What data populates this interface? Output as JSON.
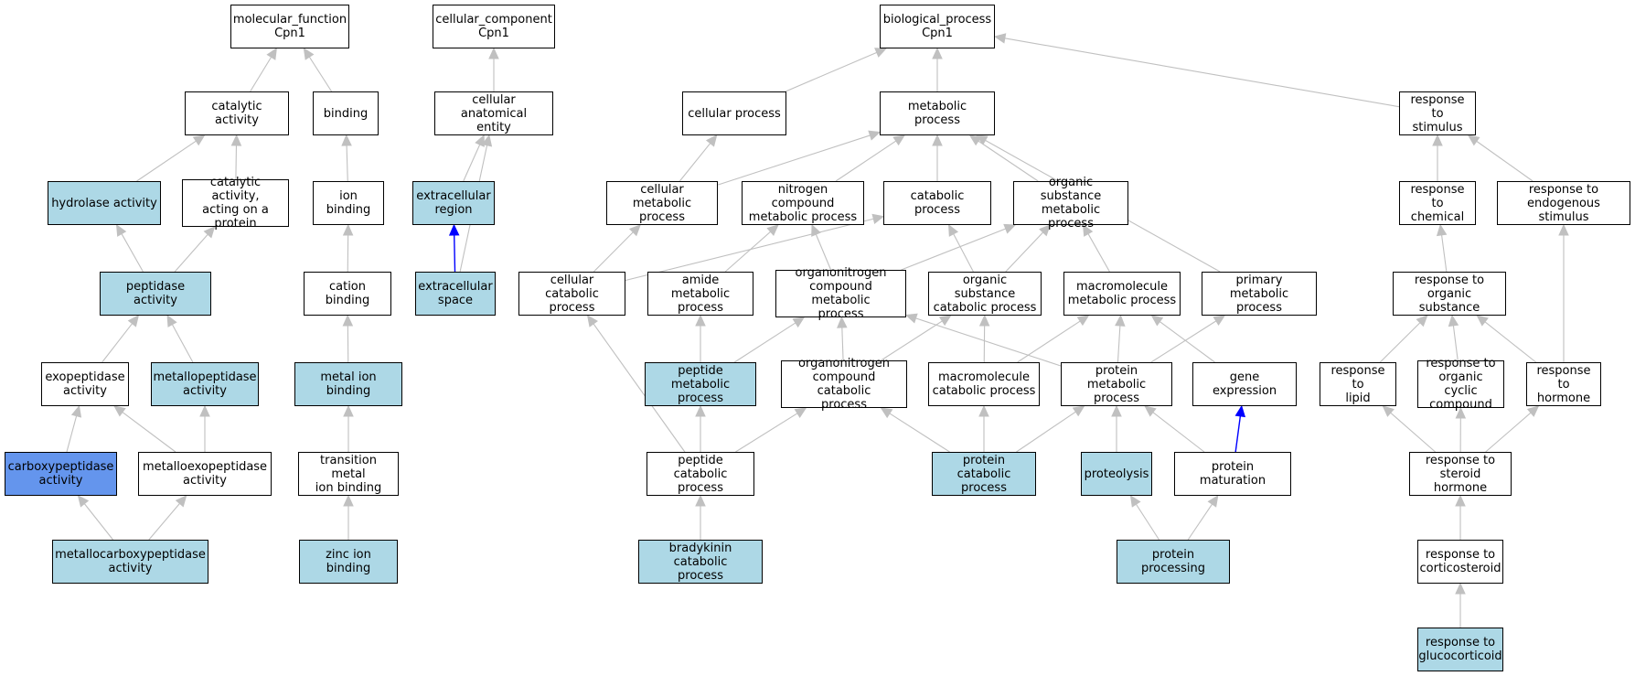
{
  "colors": {
    "default_fill": "#ffffff",
    "highlight_fill": "#add8e6",
    "strong_fill": "#6495ed",
    "edge_gray": "#c0c0c0",
    "edge_blue": "#0000ff"
  },
  "nodes": {
    "mf_root": {
      "label": "molecular_function\nCpn1",
      "fill": "white"
    },
    "cat_act": {
      "label": "catalytic activity",
      "fill": "white"
    },
    "binding": {
      "label": "binding",
      "fill": "white"
    },
    "hydrolase": {
      "label": "hydrolase activity",
      "fill": "light"
    },
    "cat_prot": {
      "label": "catalytic activity,\nacting on a\nprotein",
      "fill": "white"
    },
    "ion_binding": {
      "label": "ion binding",
      "fill": "white"
    },
    "peptidase": {
      "label": "peptidase activity",
      "fill": "light"
    },
    "cation_binding": {
      "label": "cation binding",
      "fill": "white"
    },
    "exopeptidase": {
      "label": "exopeptidase\nactivity",
      "fill": "white"
    },
    "metallopeptidase": {
      "label": "metallopeptidase\nactivity",
      "fill": "light"
    },
    "metal_ion": {
      "label": "metal ion binding",
      "fill": "light"
    },
    "carboxypeptidase": {
      "label": "carboxypeptidase\nactivity",
      "fill": "dark"
    },
    "metalloexo": {
      "label": "metalloexopeptidase\nactivity",
      "fill": "white"
    },
    "transition_metal": {
      "label": "transition metal\nion binding",
      "fill": "white"
    },
    "metallocarboxy": {
      "label": "metallocarboxypeptidase\nactivity",
      "fill": "light"
    },
    "zinc": {
      "label": "zinc ion binding",
      "fill": "light"
    },
    "cc_root": {
      "label": "cellular_component\nCpn1",
      "fill": "white"
    },
    "cell_anat": {
      "label": "cellular anatomical\nentity",
      "fill": "white"
    },
    "extra_region": {
      "label": "extracellular\nregion",
      "fill": "light"
    },
    "extra_space": {
      "label": "extracellular\nspace",
      "fill": "light"
    },
    "bp_root": {
      "label": "biological_process\nCpn1",
      "fill": "white"
    },
    "cell_proc": {
      "label": "cellular process",
      "fill": "white"
    },
    "metab_proc": {
      "label": "metabolic process",
      "fill": "white"
    },
    "resp_stim": {
      "label": "response to\nstimulus",
      "fill": "white"
    },
    "cell_metab": {
      "label": "cellular metabolic\nprocess",
      "fill": "white"
    },
    "nitro_metab": {
      "label": "nitrogen compound\nmetabolic process",
      "fill": "white"
    },
    "catab_proc": {
      "label": "catabolic process",
      "fill": "white"
    },
    "org_sub_metab": {
      "label": "organic substance\nmetabolic process",
      "fill": "white"
    },
    "resp_chem": {
      "label": "response to\nchemical",
      "fill": "white"
    },
    "resp_endo": {
      "label": "response to\nendogenous stimulus",
      "fill": "white"
    },
    "cell_catab": {
      "label": "cellular catabolic\nprocess",
      "fill": "white"
    },
    "amide_metab": {
      "label": "amide metabolic\nprocess",
      "fill": "white"
    },
    "organonitro_metab": {
      "label": "organonitrogen\ncompound metabolic\nprocess",
      "fill": "white"
    },
    "org_sub_catab": {
      "label": "organic substance\ncatabolic process",
      "fill": "white"
    },
    "macro_metab": {
      "label": "macromolecule\nmetabolic process",
      "fill": "white"
    },
    "primary_metab": {
      "label": "primary metabolic\nprocess",
      "fill": "white"
    },
    "resp_org_sub": {
      "label": "response to\norganic substance",
      "fill": "white"
    },
    "peptide_metab": {
      "label": "peptide metabolic\nprocess",
      "fill": "light"
    },
    "organonitro_catab": {
      "label": "organonitrogen\ncompound catabolic\nprocess",
      "fill": "white"
    },
    "macro_catab": {
      "label": "macromolecule\ncatabolic process",
      "fill": "white"
    },
    "protein_metab": {
      "label": "protein metabolic\nprocess",
      "fill": "white"
    },
    "gene_expr": {
      "label": "gene expression",
      "fill": "white"
    },
    "resp_lipid": {
      "label": "response to\nlipid",
      "fill": "white"
    },
    "resp_org_cyclic": {
      "label": "response to\norganic cyclic\ncompound",
      "fill": "white"
    },
    "resp_hormone": {
      "label": "response to\nhormone",
      "fill": "white"
    },
    "peptide_catab": {
      "label": "peptide catabolic\nprocess",
      "fill": "white"
    },
    "protein_catab": {
      "label": "protein catabolic\nprocess",
      "fill": "light"
    },
    "proteolysis": {
      "label": "proteolysis",
      "fill": "light"
    },
    "protein_mat": {
      "label": "protein maturation",
      "fill": "white"
    },
    "resp_steroid": {
      "label": "response to\nsteroid hormone",
      "fill": "white"
    },
    "bradykinin": {
      "label": "bradykinin catabolic\nprocess",
      "fill": "light"
    },
    "protein_proc": {
      "label": "protein processing",
      "fill": "light"
    },
    "resp_cortico": {
      "label": "response to\ncorticosteroid",
      "fill": "white"
    },
    "resp_gluco": {
      "label": "response to\nglucocorticoid",
      "fill": "light"
    }
  },
  "edges": [
    {
      "from": "cat_act",
      "to": "mf_root",
      "color": "gray"
    },
    {
      "from": "binding",
      "to": "mf_root",
      "color": "gray"
    },
    {
      "from": "hydrolase",
      "to": "cat_act",
      "color": "gray"
    },
    {
      "from": "cat_prot",
      "to": "cat_act",
      "color": "gray"
    },
    {
      "from": "ion_binding",
      "to": "binding",
      "color": "gray"
    },
    {
      "from": "peptidase",
      "to": "hydrolase",
      "color": "gray"
    },
    {
      "from": "peptidase",
      "to": "cat_prot",
      "color": "gray"
    },
    {
      "from": "cation_binding",
      "to": "ion_binding",
      "color": "gray"
    },
    {
      "from": "exopeptidase",
      "to": "peptidase",
      "color": "gray"
    },
    {
      "from": "metallopeptidase",
      "to": "peptidase",
      "color": "gray"
    },
    {
      "from": "metal_ion",
      "to": "cation_binding",
      "color": "gray"
    },
    {
      "from": "carboxypeptidase",
      "to": "exopeptidase",
      "color": "gray"
    },
    {
      "from": "metalloexo",
      "to": "exopeptidase",
      "color": "gray"
    },
    {
      "from": "metalloexo",
      "to": "metallopeptidase",
      "color": "gray"
    },
    {
      "from": "transition_metal",
      "to": "metal_ion",
      "color": "gray"
    },
    {
      "from": "metallocarboxy",
      "to": "carboxypeptidase",
      "color": "gray"
    },
    {
      "from": "metallocarboxy",
      "to": "metalloexo",
      "color": "gray"
    },
    {
      "from": "zinc",
      "to": "transition_metal",
      "color": "gray"
    },
    {
      "from": "cell_anat",
      "to": "cc_root",
      "color": "gray"
    },
    {
      "from": "extra_region",
      "to": "cell_anat",
      "color": "gray"
    },
    {
      "from": "extra_space",
      "to": "extra_region",
      "color": "blue"
    },
    {
      "from": "extra_space",
      "to": "cell_anat",
      "color": "gray"
    },
    {
      "from": "cell_proc",
      "to": "bp_root",
      "color": "gray"
    },
    {
      "from": "metab_proc",
      "to": "bp_root",
      "color": "gray"
    },
    {
      "from": "resp_stim",
      "to": "bp_root",
      "color": "gray"
    },
    {
      "from": "cell_metab",
      "to": "cell_proc",
      "color": "gray"
    },
    {
      "from": "cell_metab",
      "to": "metab_proc",
      "color": "gray"
    },
    {
      "from": "nitro_metab",
      "to": "metab_proc",
      "color": "gray"
    },
    {
      "from": "catab_proc",
      "to": "metab_proc",
      "color": "gray"
    },
    {
      "from": "org_sub_metab",
      "to": "metab_proc",
      "color": "gray"
    },
    {
      "from": "primary_metab",
      "to": "metab_proc",
      "color": "gray"
    },
    {
      "from": "resp_chem",
      "to": "resp_stim",
      "color": "gray"
    },
    {
      "from": "resp_endo",
      "to": "resp_stim",
      "color": "gray"
    },
    {
      "from": "cell_catab",
      "to": "cell_metab",
      "color": "gray"
    },
    {
      "from": "cell_catab",
      "to": "catab_proc",
      "color": "gray"
    },
    {
      "from": "amide_metab",
      "to": "nitro_metab",
      "color": "gray"
    },
    {
      "from": "organonitro_metab",
      "to": "nitro_metab",
      "color": "gray"
    },
    {
      "from": "organonitro_metab",
      "to": "org_sub_metab",
      "color": "gray"
    },
    {
      "from": "org_sub_catab",
      "to": "catab_proc",
      "color": "gray"
    },
    {
      "from": "org_sub_catab",
      "to": "org_sub_metab",
      "color": "gray"
    },
    {
      "from": "macro_metab",
      "to": "org_sub_metab",
      "color": "gray"
    },
    {
      "from": "resp_org_sub",
      "to": "resp_chem",
      "color": "gray"
    },
    {
      "from": "peptide_metab",
      "to": "amide_metab",
      "color": "gray"
    },
    {
      "from": "peptide_metab",
      "to": "organonitro_metab",
      "color": "gray"
    },
    {
      "from": "organonitro_catab",
      "to": "organonitro_metab",
      "color": "gray"
    },
    {
      "from": "organonitro_catab",
      "to": "org_sub_catab",
      "color": "gray"
    },
    {
      "from": "macro_catab",
      "to": "org_sub_catab",
      "color": "gray"
    },
    {
      "from": "macro_catab",
      "to": "macro_metab",
      "color": "gray"
    },
    {
      "from": "protein_metab",
      "to": "organonitro_metab",
      "color": "gray"
    },
    {
      "from": "protein_metab",
      "to": "macro_metab",
      "color": "gray"
    },
    {
      "from": "protein_metab",
      "to": "primary_metab",
      "color": "gray"
    },
    {
      "from": "gene_expr",
      "to": "macro_metab",
      "color": "gray"
    },
    {
      "from": "resp_lipid",
      "to": "resp_org_sub",
      "color": "gray"
    },
    {
      "from": "resp_org_cyclic",
      "to": "resp_org_sub",
      "color": "gray"
    },
    {
      "from": "resp_hormone",
      "to": "resp_org_sub",
      "color": "gray"
    },
    {
      "from": "resp_hormone",
      "to": "resp_endo",
      "color": "gray"
    },
    {
      "from": "peptide_catab",
      "to": "cell_catab",
      "color": "gray"
    },
    {
      "from": "peptide_catab",
      "to": "peptide_metab",
      "color": "gray"
    },
    {
      "from": "peptide_catab",
      "to": "organonitro_catab",
      "color": "gray"
    },
    {
      "from": "protein_catab",
      "to": "organonitro_catab",
      "color": "gray"
    },
    {
      "from": "protein_catab",
      "to": "macro_catab",
      "color": "gray"
    },
    {
      "from": "protein_catab",
      "to": "protein_metab",
      "color": "gray"
    },
    {
      "from": "proteolysis",
      "to": "protein_metab",
      "color": "gray"
    },
    {
      "from": "protein_mat",
      "to": "protein_metab",
      "color": "gray"
    },
    {
      "from": "protein_mat",
      "to": "gene_expr",
      "color": "blue"
    },
    {
      "from": "resp_steroid",
      "to": "resp_lipid",
      "color": "gray"
    },
    {
      "from": "resp_steroid",
      "to": "resp_org_cyclic",
      "color": "gray"
    },
    {
      "from": "resp_steroid",
      "to": "resp_hormone",
      "color": "gray"
    },
    {
      "from": "bradykinin",
      "to": "peptide_catab",
      "color": "gray"
    },
    {
      "from": "protein_proc",
      "to": "proteolysis",
      "color": "gray"
    },
    {
      "from": "protein_proc",
      "to": "protein_mat",
      "color": "gray"
    },
    {
      "from": "resp_cortico",
      "to": "resp_steroid",
      "color": "gray"
    },
    {
      "from": "resp_gluco",
      "to": "resp_cortico",
      "color": "gray"
    }
  ]
}
